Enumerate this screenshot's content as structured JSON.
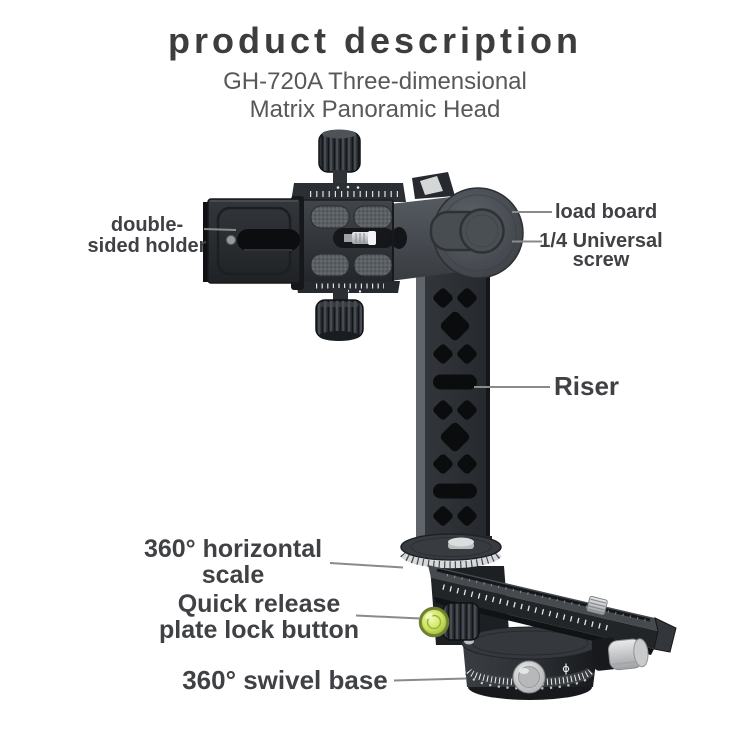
{
  "header": {
    "title": "product description",
    "subtitle_line1": "GH-720A Three-dimensional",
    "subtitle_line2": "Matrix Panoramic Head"
  },
  "annotations": {
    "double_sided_holder": {
      "line1": "double-",
      "line2": "sided holder"
    },
    "load_board": {
      "text": "load board"
    },
    "universal_screw": {
      "line1": "1/4 Universal",
      "line2": "screw"
    },
    "riser": {
      "text": "Riser"
    },
    "horizontal_scale": {
      "line1": "360° horizontal",
      "line2": "scale"
    },
    "quick_release_lock": {
      "line1": "Quick release",
      "line2": "plate lock button"
    },
    "swivel_base": {
      "text": "360° swivel base"
    }
  },
  "colors": {
    "background": "#ffffff",
    "title_text": "#3d3d3d",
    "subtitle_text": "#585858",
    "label_text": "#3f4144",
    "leader_line": "#8a8a8a",
    "product_black": "#1c1e20",
    "metal_silver": "#c6c7c9",
    "bubble_level_green": "#c3dd52"
  }
}
